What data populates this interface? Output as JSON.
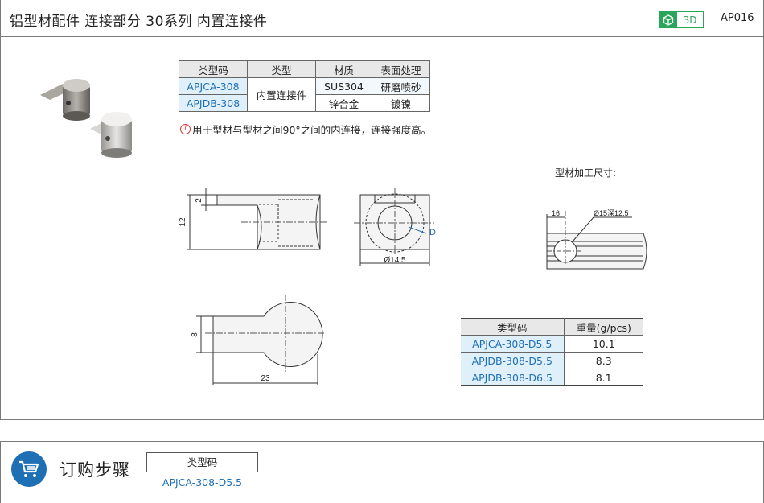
{
  "header": {
    "title": "铝型材配件  连接部分  30系列  内置连接件",
    "badge_3d": "3D",
    "product_code": "AP016"
  },
  "spec_table": {
    "headers": [
      "类型码",
      "类型",
      "材质",
      "表面处理"
    ],
    "rows": [
      {
        "code": "APJCA-308",
        "material": "SUS304",
        "finish": "研磨喷砂"
      },
      {
        "code": "APJDB-308",
        "material": "锌合金",
        "finish": "镀镍"
      }
    ],
    "type_merged": "内置连接件"
  },
  "note": {
    "icon": "info-icon",
    "text": "用于型材与型材之间90°之间的内连接，连接强度高。"
  },
  "drawing": {
    "dim_2": "2",
    "dim_12": "12",
    "dim_d14_5": "Ø14.5",
    "label_d": "D",
    "dim_8": "8",
    "dim_23": "23",
    "process_label": "型材加工尺寸:",
    "dim_16": "16",
    "dim_hole": "Ø15深12.5"
  },
  "weight_table": {
    "headers": [
      "类型码",
      "重量(g/pcs)"
    ],
    "rows": [
      {
        "code": "APJCA-308-D5.5",
        "weight": "10.1"
      },
      {
        "code": "APJDB-308-D5.5",
        "weight": "8.3"
      },
      {
        "code": "APJDB-308-D6.5",
        "weight": "8.1"
      }
    ]
  },
  "order": {
    "icon": "cart-icon",
    "title": "订购步骤",
    "box_label": "类型码",
    "example_value": "APJCA-308-D5.5"
  },
  "colors": {
    "accent_blue": "#1f6fb5",
    "badge_green": "#2aa65b",
    "cell_blue": "#dff0fb",
    "header_gray": "#e8e8e8"
  }
}
